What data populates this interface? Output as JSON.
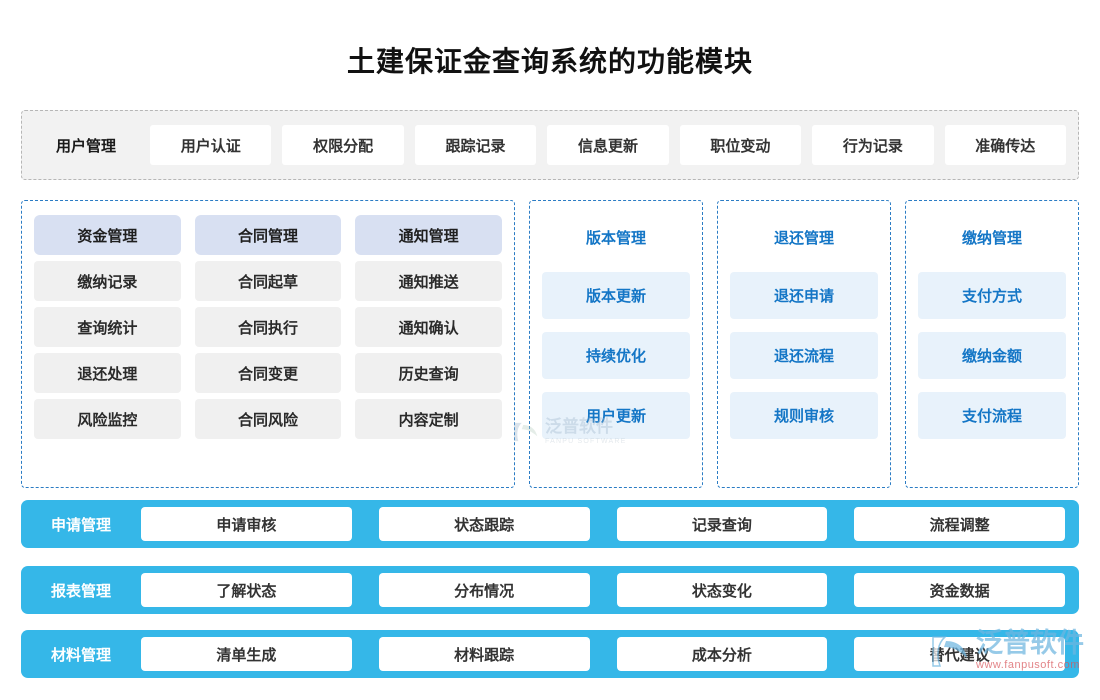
{
  "title": "土建保证金查询系统的功能模块",
  "top_band": {
    "title": "用户管理",
    "chips": [
      "用户认证",
      "权限分配",
      "跟踪记录",
      "信息更新",
      "职位变动",
      "行为记录",
      "准确传达"
    ]
  },
  "middle": {
    "gray_group": {
      "columns": [
        {
          "head": "资金管理",
          "items": [
            "缴纳记录",
            "查询统计",
            "退还处理",
            "风险监控"
          ]
        },
        {
          "head": "合同管理",
          "items": [
            "合同起草",
            "合同执行",
            "合同变更",
            "合同风险"
          ]
        },
        {
          "head": "通知管理",
          "items": [
            "通知推送",
            "通知确认",
            "历史查询",
            "内容定制"
          ]
        }
      ]
    },
    "blue_columns": [
      {
        "head": "版本管理",
        "items": [
          "版本更新",
          "持续优化",
          "用户更新"
        ]
      },
      {
        "head": "退还管理",
        "items": [
          "退还申请",
          "退还流程",
          "规则审核"
        ]
      },
      {
        "head": "缴纳管理",
        "items": [
          "支付方式",
          "缴纳金额",
          "支付流程"
        ]
      }
    ]
  },
  "bottom_bars": [
    {
      "title": "申请管理",
      "chips": [
        "申请审核",
        "状态跟踪",
        "记录查询",
        "流程调整"
      ]
    },
    {
      "title": "报表管理",
      "chips": [
        "了解状态",
        "分布情况",
        "状态变化",
        "资金数据"
      ]
    },
    {
      "title": "材料管理",
      "chips": [
        "清单生成",
        "材料跟踪",
        "成本分析",
        "替代建议"
      ]
    }
  ],
  "watermarks": {
    "center": {
      "name": "泛普软件",
      "sub": "FANPU SOFTWARE"
    },
    "corner": {
      "name": "泛普软件",
      "sub": "www.fanpusoft.com"
    }
  },
  "colors": {
    "accent_blue": "#35b7e8",
    "text_blue": "#1476c6",
    "chip_blue_bg": "#e8f2fb",
    "head_lavender": "#d8e0f2",
    "item_gray": "#f0f0f0",
    "band_gray": "#f2f2f2",
    "dash_blue": "#2b7cc4"
  }
}
